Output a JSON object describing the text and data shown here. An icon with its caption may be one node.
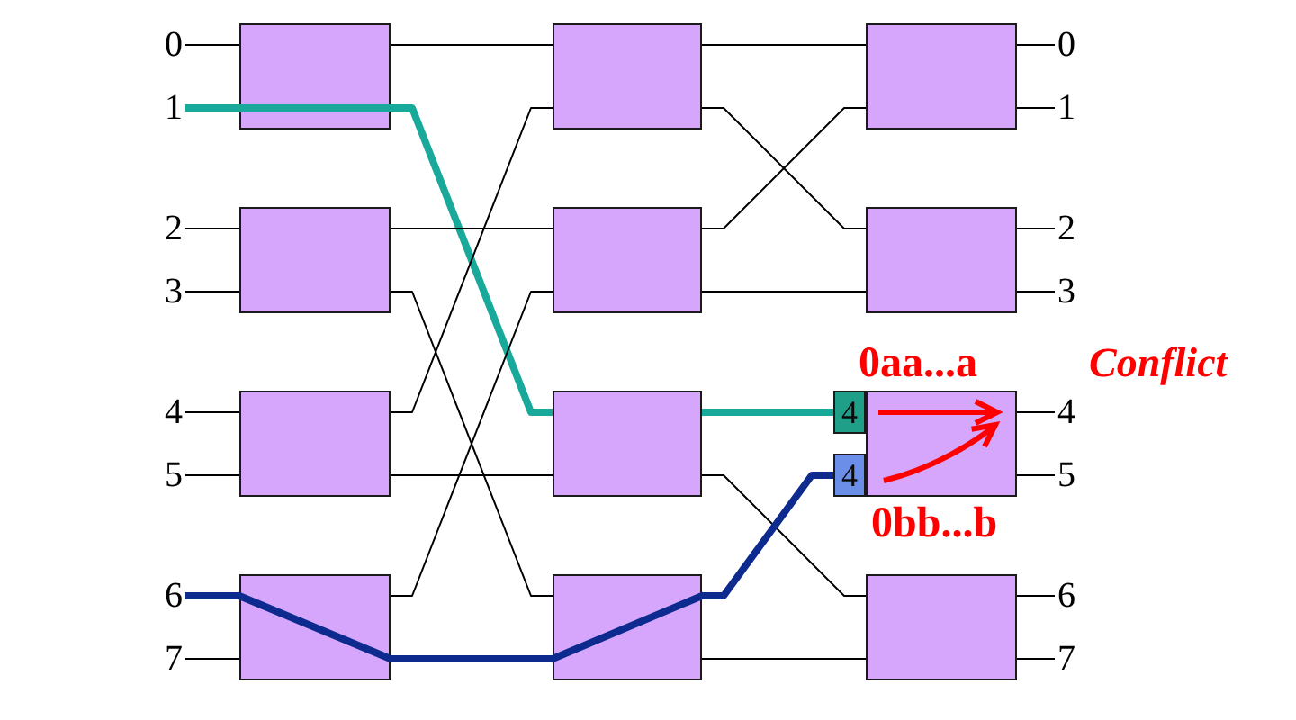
{
  "diagram": {
    "nodes": [
      {
        "text": [
          "0"
        ]
      },
      {
        "text": [
          "1"
        ]
      },
      {
        "text": [
          "2"
        ]
      },
      {
        "text": [
          "3"
        ]
      },
      {
        "text": [
          "4"
        ]
      },
      {
        "text": [
          "5"
        ]
      },
      {
        "text": [
          "6"
        ]
      },
      {
        "text": [
          "7"
        ]
      },
      {
        "text": [],
        "shape": "box"
      },
      {
        "text": [],
        "shape": "box"
      },
      {
        "text": [],
        "shape": "box"
      },
      {
        "text": [],
        "shape": "box"
      },
      {
        "text": [],
        "shape": "box"
      },
      {
        "text": [],
        "shape": "box"
      },
      {
        "text": [],
        "shape": "box"
      },
      {
        "text": [],
        "shape": "box"
      },
      {
        "text": [
          "4"
        ]
      },
      {
        "text": [
          "4"
        ]
      },
      {
        "text": [],
        "shape": "box"
      },
      {
        "text": [],
        "shape": "box"
      },
      {
        "text": [],
        "shape": "box"
      },
      {
        "text": [],
        "shape": "box"
      },
      {
        "text": [
          "0"
        ]
      },
      {
        "text": [
          "1"
        ]
      },
      {
        "text": [
          "2"
        ]
      },
      {
        "text": [
          "3"
        ]
      },
      {
        "text": [
          "4"
        ]
      },
      {
        "text": [
          "5"
        ]
      },
      {
        "text": [
          "6"
        ]
      },
      {
        "text": [
          "7"
        ]
      }
    ],
    "edges": [
      {
        "from": 0,
        "to": 8,
        "arrow": "none"
      },
      {
        "from": 1,
        "to": 8,
        "arrow": "none",
        "style": "thick",
        "color": "#19a99a"
      },
      {
        "from": 2,
        "to": 9,
        "arrow": "none"
      },
      {
        "from": 3,
        "to": 9,
        "arrow": "none"
      },
      {
        "from": 4,
        "to": 10,
        "arrow": "none"
      },
      {
        "from": 5,
        "to": 10,
        "arrow": "none"
      },
      {
        "from": 6,
        "to": 11,
        "arrow": "none",
        "style": "thick",
        "color": "#0d2a8f"
      },
      {
        "from": 7,
        "to": 11,
        "arrow": "none"
      },
      {
        "from": 8,
        "to": 12,
        "arrow": "none"
      },
      {
        "from": 8,
        "to": 14,
        "arrow": "none",
        "style": "thick",
        "color": "#19a99a"
      },
      {
        "from": 9,
        "to": 13,
        "arrow": "none"
      },
      {
        "from": 9,
        "to": 15,
        "arrow": "none"
      },
      {
        "from": 10,
        "to": 12,
        "arrow": "none"
      },
      {
        "from": 10,
        "to": 14,
        "arrow": "none"
      },
      {
        "from": 11,
        "to": 13,
        "arrow": "none"
      },
      {
        "from": 11,
        "to": 15,
        "arrow": "none",
        "style": "thick",
        "color": "#0d2a8f"
      },
      {
        "from": 12,
        "to": 18,
        "arrow": "none"
      },
      {
        "from": 12,
        "to": 19,
        "arrow": "none"
      },
      {
        "from": 13,
        "to": 18,
        "arrow": "none"
      },
      {
        "from": 13,
        "to": 19,
        "arrow": "none"
      },
      {
        "from": 14,
        "to": 16,
        "arrow": "none",
        "style": "thick",
        "color": "#19a99a"
      },
      {
        "from": 14,
        "to": 21,
        "arrow": "none"
      },
      {
        "from": 15,
        "to": 17,
        "arrow": "none",
        "style": "thick",
        "color": "#0d2a8f"
      },
      {
        "from": 15,
        "to": 21,
        "arrow": "none"
      },
      {
        "from": 18,
        "to": 22,
        "arrow": "none"
      },
      {
        "from": 18,
        "to": 23,
        "arrow": "none"
      },
      {
        "from": 19,
        "to": 24,
        "arrow": "none"
      },
      {
        "from": 19,
        "to": 25,
        "arrow": "none"
      },
      {
        "from": 20,
        "to": 26,
        "arrow": "none"
      },
      {
        "from": 20,
        "to": 27,
        "arrow": "none"
      },
      {
        "from": 21,
        "to": 28,
        "arrow": "none"
      },
      {
        "from": 21,
        "to": 29,
        "arrow": "none"
      }
    ],
    "labels": [
      "0aa...a",
      "Conflict",
      "0bb...b"
    ]
  }
}
